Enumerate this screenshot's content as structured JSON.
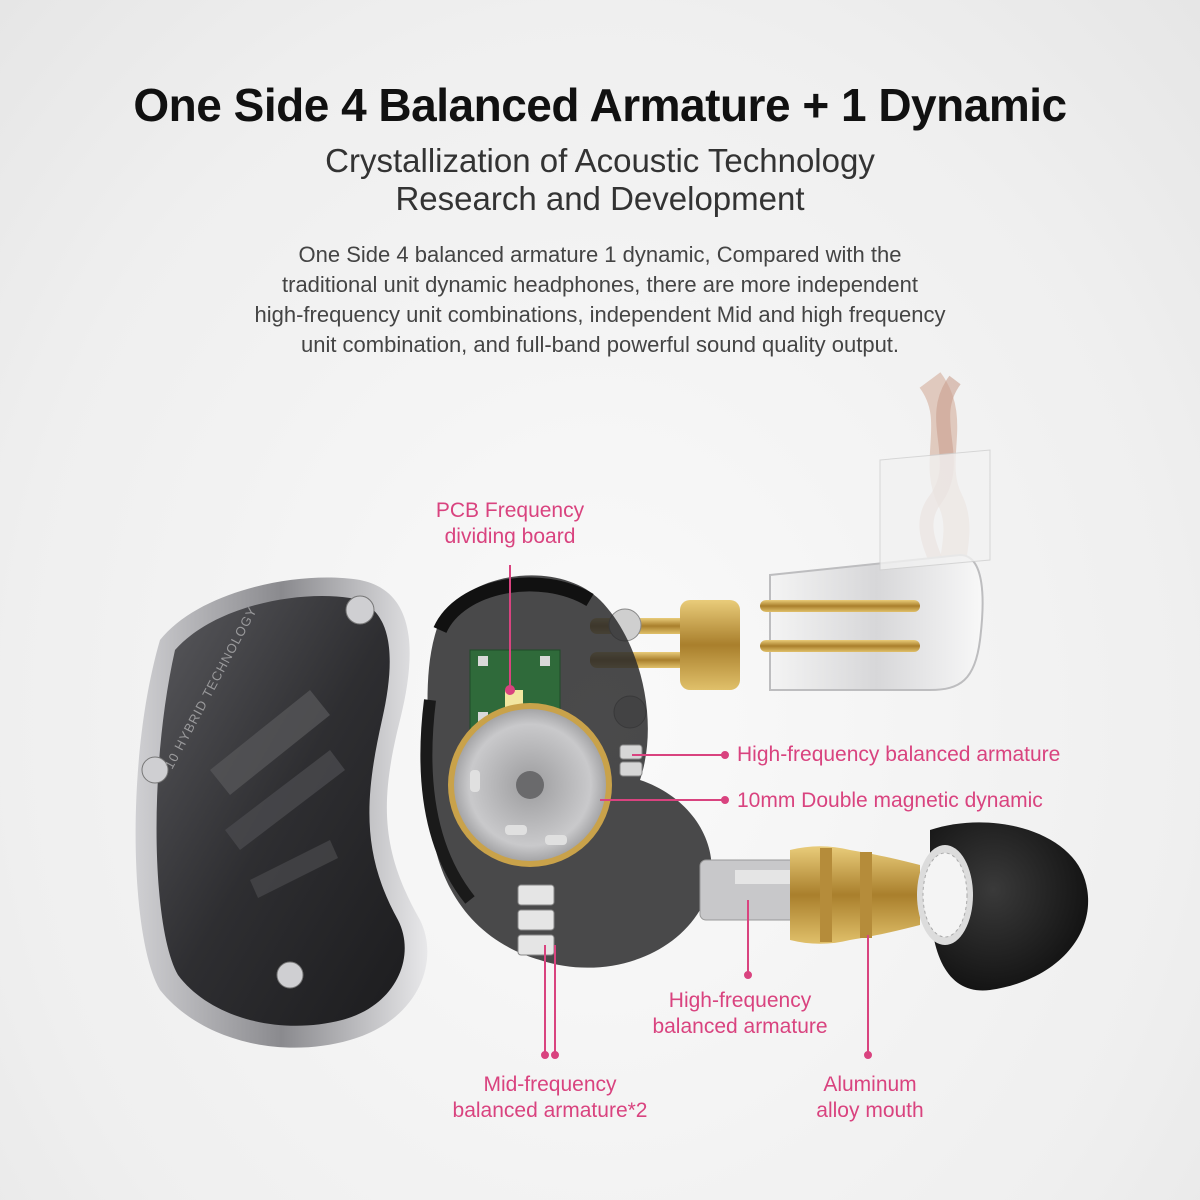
{
  "header": {
    "title": "One Side 4 Balanced Armature + 1 Dynamic",
    "subtitle_line1": "Crystallization of Acoustic Technology",
    "subtitle_line2": "Research and Development",
    "description": [
      "One Side 4 balanced armature 1 dynamic, Compared with the",
      "traditional unit dynamic headphones, there are more independent",
      "high-frequency unit combinations, independent Mid and high frequency",
      "unit combination, and full-band powerful sound quality output."
    ]
  },
  "shell_text": "10 HYBRID TECHNOLOGY",
  "callouts": {
    "pcb": [
      "PCB Frequency",
      "dividing board"
    ],
    "hf_ba_right": "High-frequency balanced armature",
    "dynamic": "10mm Double magnetic dynamic",
    "hf_ba_bottom": [
      "High-frequency",
      "balanced armature"
    ],
    "mid_ba": [
      "Mid-frequency",
      "balanced armature*2"
    ],
    "alu_mouth": [
      "Aluminum",
      "alloy mouth"
    ]
  },
  "colors": {
    "accent": "#d9437f",
    "shell": "#3a3a3c",
    "gold": "#c9a24a"
  }
}
